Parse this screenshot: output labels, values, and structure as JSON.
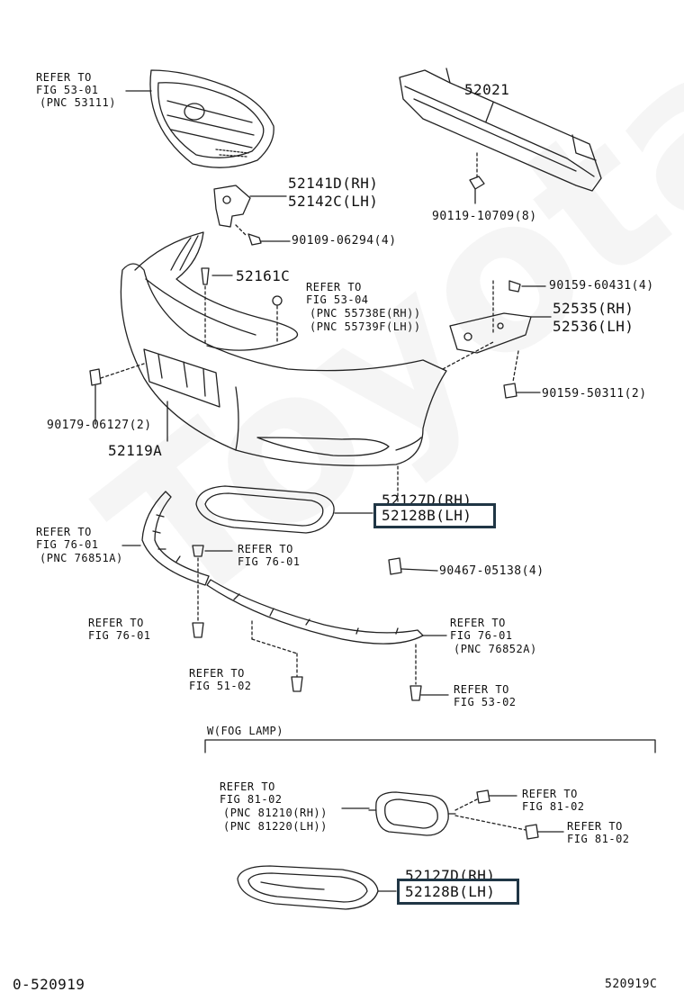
{
  "watermark": "ToyotaC",
  "labels": {
    "grille_ref": [
      "REFER TO",
      "FIG 53-01",
      "(PNC 53111)"
    ],
    "reinforcement": "52021",
    "reinforcement_bolt": "90119-10709(8)",
    "bracket_rh": "52141D(RH)",
    "bracket_lh": "52142C(LH)",
    "bracket_bolt": "90109-06294(4)",
    "clip_52161c": "52161C",
    "fig53_04_ref": [
      "REFER TO",
      "FIG 53-04",
      "(PNC 55738E(RH))",
      "(PNC 55739F(LH))"
    ],
    "bolt_60431": "90159-60431(4)",
    "side_rh": "52535(RH)",
    "side_lh": "52536(LH)",
    "bolt_50311": "90159-50311(2)",
    "nut_06127": "90179-06127(2)",
    "bumper_cover": "52119A",
    "cover_upper_rh": "52127D(RH)",
    "cover_upper_lh": "52128B(LH)",
    "spoiler_left_ref": [
      "REFER TO",
      "FIG 76-01",
      "(PNC 76851A)"
    ],
    "clip_ref_76": [
      "REFER TO",
      "FIG 76-01"
    ],
    "clip_05138": "90467-05138(4)",
    "bolt_ref_76": [
      "REFER TO",
      "FIG 76-01"
    ],
    "spoiler_right_ref": [
      "REFER TO",
      "FIG 76-01",
      "(PNC 76852A)"
    ],
    "bolt_ref_51": [
      "REFER TO",
      "FIG 51-02"
    ],
    "bolt_ref_53": [
      "REFER TO",
      "FIG 53-02"
    ],
    "fog_section": "W(FOG LAMP)",
    "fog_lamp_ref": [
      "REFER TO",
      "FIG 81-02",
      "(PNC 81210(RH))",
      "(PNC 81220(LH))"
    ],
    "fog_screw_ref": [
      "REFER TO",
      "FIG 81-02"
    ],
    "fog_nut_ref": [
      "REFER TO",
      "FIG 81-02"
    ],
    "cover_lower_rh": "52127D(RH)",
    "cover_lower_lh": "52128B(LH)",
    "footer_left": "0-520919",
    "footer_right": "520919C"
  },
  "highlight_color": "#203645"
}
